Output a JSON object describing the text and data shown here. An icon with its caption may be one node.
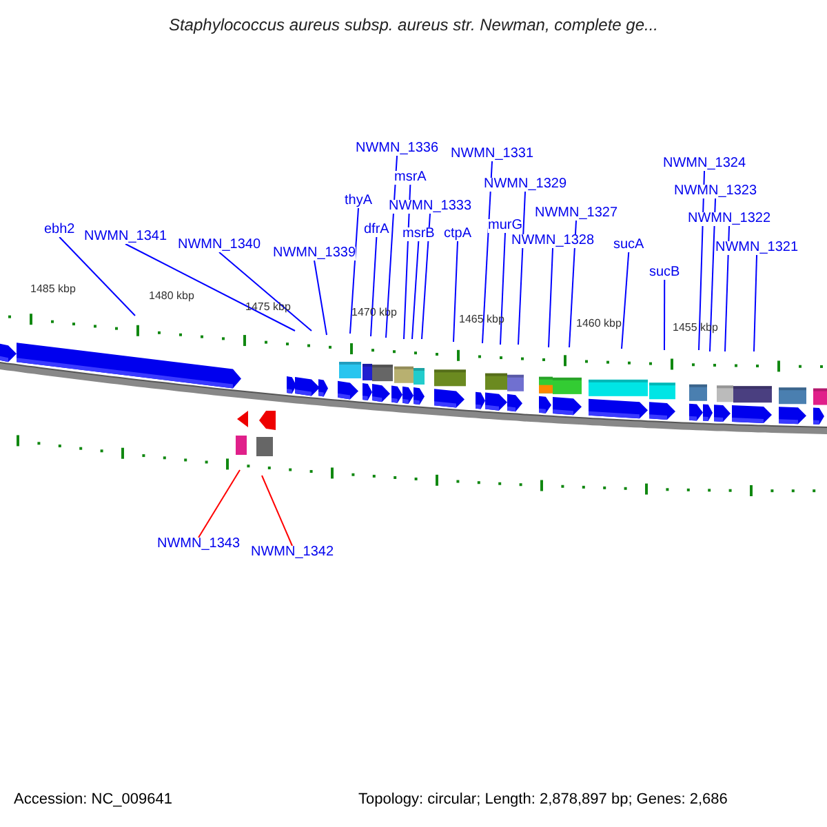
{
  "diagram": {
    "title": "Staphylococcus aureus subsp. aureus str. Newman, complete ge...",
    "nodes": [
      {
        "text": [
          "ebh2"
        ]
      },
      {
        "text": [
          "NWMN_1341"
        ]
      },
      {
        "text": [
          "NWMN_1340"
        ]
      },
      {
        "text": [
          "NWMN_1339"
        ]
      },
      {
        "text": [
          "thyA"
        ]
      },
      {
        "text": [
          "NWMN_1336"
        ]
      },
      {
        "text": [
          "dfrA"
        ]
      },
      {
        "text": [
          "msrA"
        ]
      },
      {
        "text": [
          "NWMN_1333"
        ]
      },
      {
        "text": [
          "msrB"
        ]
      },
      {
        "text": [
          "ctpA"
        ]
      },
      {
        "text": [
          "NWMN_1331"
        ]
      },
      {
        "text": [
          "murG"
        ]
      },
      {
        "text": [
          "NWMN_1329"
        ]
      },
      {
        "text": [
          "NWMN_1328"
        ]
      },
      {
        "text": [
          "NWMN_1327"
        ]
      },
      {
        "text": [
          "sucA"
        ]
      },
      {
        "text": [
          "sucB"
        ]
      },
      {
        "text": [
          "NWMN_1324"
        ]
      },
      {
        "text": [
          "NWMN_1323"
        ]
      },
      {
        "text": [
          "NWMN_1322"
        ]
      },
      {
        "text": [
          "NWMN_1321"
        ]
      },
      {
        "text": [
          "NWMN_1343"
        ]
      },
      {
        "text": [
          "NWMN_1342"
        ]
      }
    ],
    "edges": [
      {
        "from": 0,
        "to": null,
        "arrow": "none"
      },
      {
        "from": 1,
        "to": null,
        "arrow": "none"
      },
      {
        "from": 2,
        "to": null,
        "arrow": "none"
      },
      {
        "from": 3,
        "to": null,
        "arrow": "none"
      },
      {
        "from": 4,
        "to": null,
        "arrow": "none"
      },
      {
        "from": 5,
        "to": null,
        "arrow": "none"
      },
      {
        "from": 6,
        "to": null,
        "arrow": "none"
      },
      {
        "from": 7,
        "to": null,
        "arrow": "none"
      },
      {
        "from": 8,
        "to": null,
        "arrow": "none"
      },
      {
        "from": 9,
        "to": null,
        "arrow": "none"
      },
      {
        "from": 10,
        "to": null,
        "arrow": "none"
      },
      {
        "from": 11,
        "to": null,
        "arrow": "none"
      },
      {
        "from": 12,
        "to": null,
        "arrow": "none"
      },
      {
        "from": 13,
        "to": null,
        "arrow": "none"
      },
      {
        "from": 14,
        "to": null,
        "arrow": "none"
      },
      {
        "from": 15,
        "to": null,
        "arrow": "none"
      },
      {
        "from": 16,
        "to": null,
        "arrow": "none"
      },
      {
        "from": 17,
        "to": null,
        "arrow": "none"
      },
      {
        "from": 18,
        "to": null,
        "arrow": "none"
      },
      {
        "from": 19,
        "to": null,
        "arrow": "none"
      },
      {
        "from": 20,
        "to": null,
        "arrow": "none"
      },
      {
        "from": 21,
        "to": null,
        "arrow": "none"
      },
      {
        "from": 22,
        "to": null,
        "arrow": "none",
        "color": "#ff0000"
      },
      {
        "from": 23,
        "to": null,
        "arrow": "none",
        "color": "#ff0000"
      }
    ],
    "labels": [
      "1485 kbp",
      "1480 kbp",
      "1475 kbp",
      "1470 kbp",
      "1465 kbp",
      "1460 kbp",
      "1455 kbp",
      "Accession: NC_009641",
      "Topology: circular; Length: 2,878,897 bp; Genes: 2,686"
    ]
  }
}
